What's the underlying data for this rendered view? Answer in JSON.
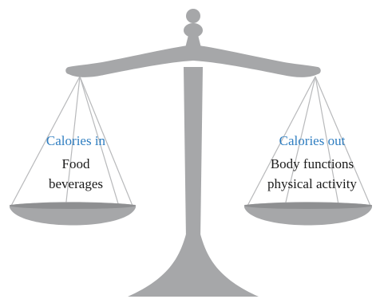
{
  "diagram": {
    "left_pan": {
      "heading": "Calories in",
      "lines": [
        "Food",
        "beverages"
      ]
    },
    "right_pan": {
      "heading": "Calories out",
      "lines": [
        "Body functions",
        "physical activity"
      ]
    },
    "colors": {
      "heading": "#2f7ec1",
      "text": "#1a1a1a",
      "scale_fill": "#a6a7a9",
      "scale_dark": "#8e8f91",
      "string": "#b8b9bb"
    }
  }
}
